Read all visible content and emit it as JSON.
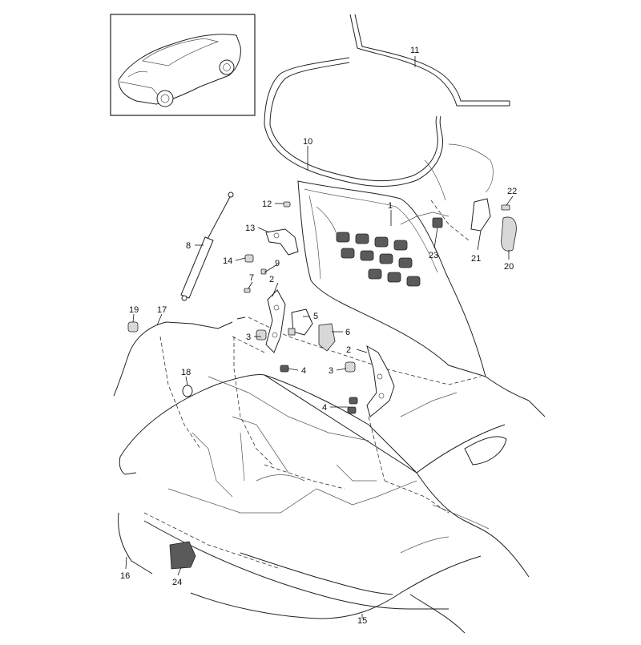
{
  "colors": {
    "ink": "#222222",
    "background": "#ffffff",
    "shade": "#d8d8d8"
  },
  "callouts": [
    "1",
    "2",
    "2",
    "3",
    "3",
    "4",
    "4",
    "5",
    "6",
    "7",
    "8",
    "9",
    "10",
    "11",
    "12",
    "13",
    "14",
    "15",
    "16",
    "17",
    "18",
    "19",
    "20",
    "21",
    "22",
    "23",
    "24"
  ]
}
